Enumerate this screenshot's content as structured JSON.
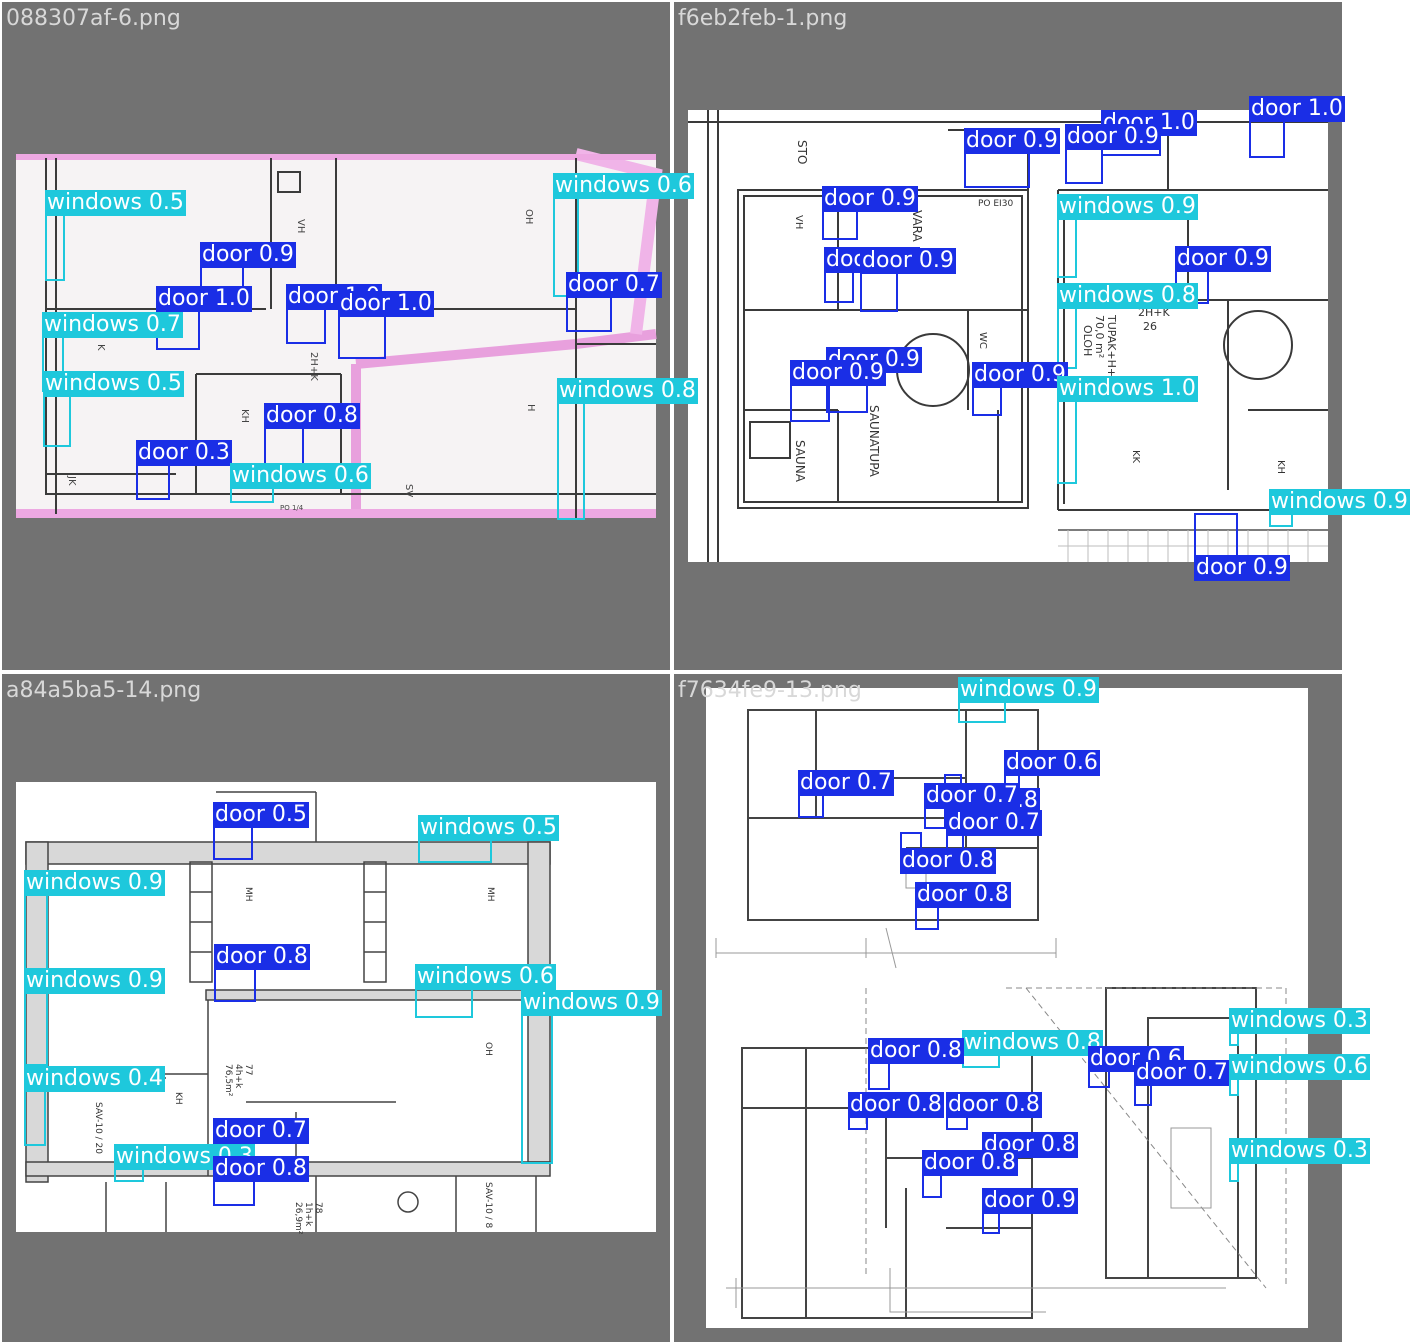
{
  "colors": {
    "door": "#1a2ee6",
    "windows": "#1ec8dc",
    "tile_bg": "#727272",
    "filename_text": "#d8d8d8"
  },
  "tiles": [
    {
      "filename": "088307af-6.png",
      "plan_text": [
        "VH",
        "OH",
        "K",
        "KH",
        "2H+K",
        "H",
        "JK",
        "SV",
        "PO 1/4"
      ],
      "detections": [
        {
          "label": "windows 0.5",
          "cls": "windows"
        },
        {
          "label": "windows 0.6",
          "cls": "windows"
        },
        {
          "label": "door 0.9",
          "cls": "door"
        },
        {
          "label": "door 1.0",
          "cls": "door"
        },
        {
          "label": "door 1.0",
          "cls": "door"
        },
        {
          "label": "door 1.0",
          "cls": "door"
        },
        {
          "label": "door 0.7",
          "cls": "door"
        },
        {
          "label": "windows 0.7",
          "cls": "windows"
        },
        {
          "label": "windows 0.5",
          "cls": "windows"
        },
        {
          "label": "windows 0.8",
          "cls": "windows"
        },
        {
          "label": "door 0.8",
          "cls": "door"
        },
        {
          "label": "door 0.3",
          "cls": "door"
        },
        {
          "label": "windows 0.6",
          "cls": "windows"
        }
      ]
    },
    {
      "filename": "f6eb2feb-1.png",
      "plan_text": [
        "STO",
        "VARA",
        "VH",
        "PO EI30",
        "WC",
        "SAUNA",
        "SAUNATUPA",
        "2H+K",
        "26",
        "TUPAK+H+S",
        "70,0 m²",
        "OLOH",
        "KH",
        "KK"
      ],
      "detections": [
        {
          "label": "door 1.0",
          "cls": "door"
        },
        {
          "label": "door 1.0",
          "cls": "door"
        },
        {
          "label": "door 0.9",
          "cls": "door"
        },
        {
          "label": "door 0.9",
          "cls": "door"
        },
        {
          "label": "door 0.9",
          "cls": "door"
        },
        {
          "label": "windows 0.9",
          "cls": "windows"
        },
        {
          "label": "door 0.9",
          "cls": "door"
        },
        {
          "label": "door 0.9",
          "cls": "door"
        },
        {
          "label": "door 0.9",
          "cls": "door"
        },
        {
          "label": "windows 0.8",
          "cls": "windows"
        },
        {
          "label": "door 0.9",
          "cls": "door"
        },
        {
          "label": "door 0.9",
          "cls": "door"
        },
        {
          "label": "door 0.9",
          "cls": "door"
        },
        {
          "label": "windows 1.0",
          "cls": "windows"
        },
        {
          "label": "windows 0.9",
          "cls": "windows"
        },
        {
          "label": "door 0.9",
          "cls": "door"
        }
      ]
    },
    {
      "filename": "a84a5ba5-14.png",
      "plan_text": [
        "MH",
        "MH",
        "OH",
        "77",
        "4h+k",
        "76,5m²",
        "KH",
        "SAV-10 / 20",
        "SAV-10 / 8",
        "78",
        "1h+k",
        "26,9m²"
      ],
      "detections": [
        {
          "label": "door 0.5",
          "cls": "door"
        },
        {
          "label": "windows 0.5",
          "cls": "windows"
        },
        {
          "label": "windows 0.9",
          "cls": "windows"
        },
        {
          "label": "door 0.8",
          "cls": "door"
        },
        {
          "label": "windows 0.9",
          "cls": "windows"
        },
        {
          "label": "windows 0.6",
          "cls": "windows"
        },
        {
          "label": "windows 0.9",
          "cls": "windows"
        },
        {
          "label": "windows 0.4",
          "cls": "windows"
        },
        {
          "label": "door 0.7",
          "cls": "door"
        },
        {
          "label": "windows 0.3",
          "cls": "windows"
        },
        {
          "label": "door 0.8",
          "cls": "door"
        }
      ]
    },
    {
      "filename": "f7634fe9-13.png",
      "plan_text": [],
      "detections": [
        {
          "label": "windows 0.9",
          "cls": "windows"
        },
        {
          "label": "door 0.6",
          "cls": "door"
        },
        {
          "label": "door 0.7",
          "cls": "door"
        },
        {
          "label": "door 0.8",
          "cls": "door"
        },
        {
          "label": "door 0.7",
          "cls": "door"
        },
        {
          "label": "door 0.7",
          "cls": "door"
        },
        {
          "label": "door 0.8",
          "cls": "door"
        },
        {
          "label": "door 0.8",
          "cls": "door"
        },
        {
          "label": "windows 0.8",
          "cls": "windows"
        },
        {
          "label": "windows 0.3",
          "cls": "windows"
        },
        {
          "label": "door 0.6",
          "cls": "door"
        },
        {
          "label": "door 0.7",
          "cls": "door"
        },
        {
          "label": "windows 0.6",
          "cls": "windows"
        },
        {
          "label": "door 0.8",
          "cls": "door"
        },
        {
          "label": "door 0.8",
          "cls": "door"
        },
        {
          "label": "door 0.8",
          "cls": "door"
        },
        {
          "label": "door 0.8",
          "cls": "door"
        },
        {
          "label": "door 0.8",
          "cls": "door"
        },
        {
          "label": "windows 0.3",
          "cls": "windows"
        },
        {
          "label": "door 0.9",
          "cls": "door"
        }
      ]
    }
  ]
}
